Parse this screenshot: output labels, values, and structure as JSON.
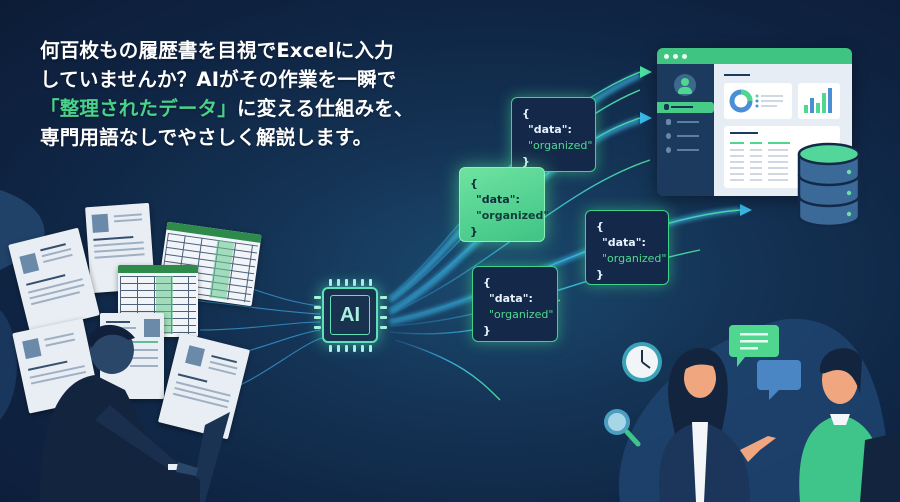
{
  "headline": {
    "line1": "何百枚もの履歴書を目視でExcelに入力",
    "line2": "していませんか？AIがその作業を一瞬で",
    "line3_highlight": "「整理されたデータ」",
    "line3_rest": "に変える仕組みを、",
    "line4": "専門用語なしでやさしく解説します。"
  },
  "colors": {
    "background": "#0f2443",
    "accent_green": "#49d38a",
    "card_border": "#3fd28a",
    "stream_blue": "#3ab8e8",
    "chip_glow": "#5fe0b8"
  },
  "ai_chip": {
    "label": "AI"
  },
  "json_cards": [
    {
      "id": "card-top",
      "style": "dark",
      "open": "{",
      "key": "\"data\":",
      "value": "\"organized\"",
      "close": "}"
    },
    {
      "id": "card-light",
      "style": "light",
      "open": "{",
      "key": "\"data\":",
      "value": "\"organized\"",
      "close": "}"
    },
    {
      "id": "card-right",
      "style": "dark",
      "open": "{",
      "key": "\"data\":",
      "value": "\"organized\"",
      "close": "}"
    },
    {
      "id": "card-bottom",
      "style": "dark",
      "open": "{",
      "key": "\"data\":",
      "value": "\"organized\"",
      "close": "}"
    }
  ],
  "scene": {
    "left": "overwhelmed-worker-with-resumes-and-spreadsheets",
    "right_top": "dashboard-and-database",
    "right_bottom": "interview-conversation"
  },
  "icons": [
    "clock-icon",
    "magnifier-icon",
    "chat-bubble-icon",
    "database-icon",
    "donut-chart-icon",
    "bar-chart-icon"
  ]
}
